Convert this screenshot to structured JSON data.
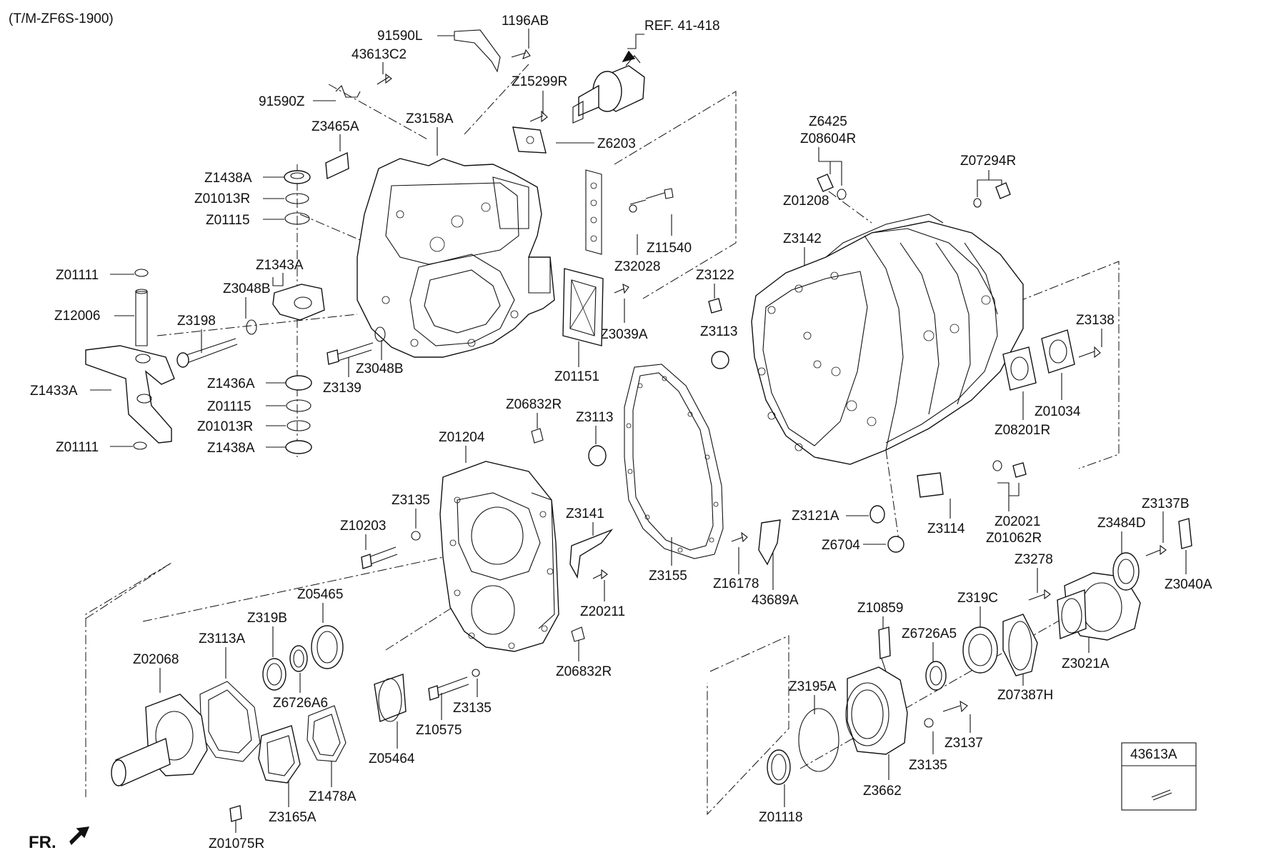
{
  "header": {
    "model_code": "(T/M-ZF6S-1900)"
  },
  "reference": {
    "label": "REF. 41-418"
  },
  "front_marker": {
    "label": "FR."
  },
  "inset": {
    "part_number": "43613A"
  },
  "callouts": [
    {
      "id": "l_1196AB",
      "text": "1196AB"
    },
    {
      "id": "l_91590L",
      "text": "91590L"
    },
    {
      "id": "l_43613C2",
      "text": "43613C2"
    },
    {
      "id": "l_91590Z",
      "text": "91590Z"
    },
    {
      "id": "l_Z15299R",
      "text": "Z15299R"
    },
    {
      "id": "l_Z3158A",
      "text": "Z3158A"
    },
    {
      "id": "l_Z3465A",
      "text": "Z3465A"
    },
    {
      "id": "l_Z6203",
      "text": "Z6203"
    },
    {
      "id": "l_Z1438A_t",
      "text": "Z1438A"
    },
    {
      "id": "l_Z01013R_t",
      "text": "Z01013R"
    },
    {
      "id": "l_Z01115_t",
      "text": "Z01115"
    },
    {
      "id": "l_Z11540",
      "text": "Z11540"
    },
    {
      "id": "l_Z32028",
      "text": "Z32028"
    },
    {
      "id": "l_Z1343A",
      "text": "Z1343A"
    },
    {
      "id": "l_Z01111_t",
      "text": "Z01111"
    },
    {
      "id": "l_Z3048B_t",
      "text": "Z3048B"
    },
    {
      "id": "l_Z12006",
      "text": "Z12006"
    },
    {
      "id": "l_Z3198",
      "text": "Z3198"
    },
    {
      "id": "l_Z3039A",
      "text": "Z3039A"
    },
    {
      "id": "l_Z3048B_b",
      "text": "Z3048B"
    },
    {
      "id": "l_Z01151",
      "text": "Z01151"
    },
    {
      "id": "l_Z1436A",
      "text": "Z1436A"
    },
    {
      "id": "l_Z3139",
      "text": "Z3139"
    },
    {
      "id": "l_Z1433A",
      "text": "Z1433A"
    },
    {
      "id": "l_Z01115_b",
      "text": "Z01115"
    },
    {
      "id": "l_Z01013R_b",
      "text": "Z01013R"
    },
    {
      "id": "l_Z01111_b",
      "text": "Z01111"
    },
    {
      "id": "l_Z1438A_b",
      "text": "Z1438A"
    },
    {
      "id": "l_Z06832R_t",
      "text": "Z06832R"
    },
    {
      "id": "l_Z3113_m",
      "text": "Z3113"
    },
    {
      "id": "l_Z01204",
      "text": "Z01204"
    },
    {
      "id": "l_Z3135_t",
      "text": "Z3135"
    },
    {
      "id": "l_Z10203",
      "text": "Z10203"
    },
    {
      "id": "l_Z3141",
      "text": "Z3141"
    },
    {
      "id": "l_Z05465",
      "text": "Z05465"
    },
    {
      "id": "l_Z20211",
      "text": "Z20211"
    },
    {
      "id": "l_Z319B",
      "text": "Z319B"
    },
    {
      "id": "l_Z3113A",
      "text": "Z3113A"
    },
    {
      "id": "l_Z02068",
      "text": "Z02068"
    },
    {
      "id": "l_Z06832R_b",
      "text": "Z06832R"
    },
    {
      "id": "l_Z6726A6",
      "text": "Z6726A6"
    },
    {
      "id": "l_Z3135_b",
      "text": "Z3135"
    },
    {
      "id": "l_Z10575",
      "text": "Z10575"
    },
    {
      "id": "l_Z05464",
      "text": "Z05464"
    },
    {
      "id": "l_Z1478A",
      "text": "Z1478A"
    },
    {
      "id": "l_Z3165A",
      "text": "Z3165A"
    },
    {
      "id": "l_Z01075R",
      "text": "Z01075R"
    },
    {
      "id": "l_Z3155",
      "text": "Z3155"
    },
    {
      "id": "l_Z6425",
      "text": "Z6425"
    },
    {
      "id": "l_Z08604R",
      "text": "Z08604R"
    },
    {
      "id": "l_Z07294R",
      "text": "Z07294R"
    },
    {
      "id": "l_Z01208",
      "text": "Z01208"
    },
    {
      "id": "l_Z3142",
      "text": "Z3142"
    },
    {
      "id": "l_Z3122",
      "text": "Z3122"
    },
    {
      "id": "l_Z3113_r",
      "text": "Z3113"
    },
    {
      "id": "l_Z3138",
      "text": "Z3138"
    },
    {
      "id": "l_Z01034",
      "text": "Z01034"
    },
    {
      "id": "l_Z08201R",
      "text": "Z08201R"
    },
    {
      "id": "l_Z3121A",
      "text": "Z3121A"
    },
    {
      "id": "l_Z3114",
      "text": "Z3114"
    },
    {
      "id": "l_Z02021",
      "text": "Z02021"
    },
    {
      "id": "l_Z01062R",
      "text": "Z01062R"
    },
    {
      "id": "l_Z6704",
      "text": "Z6704"
    },
    {
      "id": "l_Z16178",
      "text": "Z16178"
    },
    {
      "id": "l_43689A",
      "text": "43689A"
    },
    {
      "id": "l_Z3137B",
      "text": "Z3137B"
    },
    {
      "id": "l_Z3484D",
      "text": "Z3484D"
    },
    {
      "id": "l_Z3278",
      "text": "Z3278"
    },
    {
      "id": "l_Z3040A",
      "text": "Z3040A"
    },
    {
      "id": "l_Z10859",
      "text": "Z10859"
    },
    {
      "id": "l_Z319C",
      "text": "Z319C"
    },
    {
      "id": "l_Z6726A5",
      "text": "Z6726A5"
    },
    {
      "id": "l_Z3021A",
      "text": "Z3021A"
    },
    {
      "id": "l_Z07387H",
      "text": "Z07387H"
    },
    {
      "id": "l_Z3195A",
      "text": "Z3195A"
    },
    {
      "id": "l_Z3137",
      "text": "Z3137"
    },
    {
      "id": "l_Z3135_r",
      "text": "Z3135"
    },
    {
      "id": "l_Z3662",
      "text": "Z3662"
    },
    {
      "id": "l_Z01118",
      "text": "Z01118"
    }
  ]
}
